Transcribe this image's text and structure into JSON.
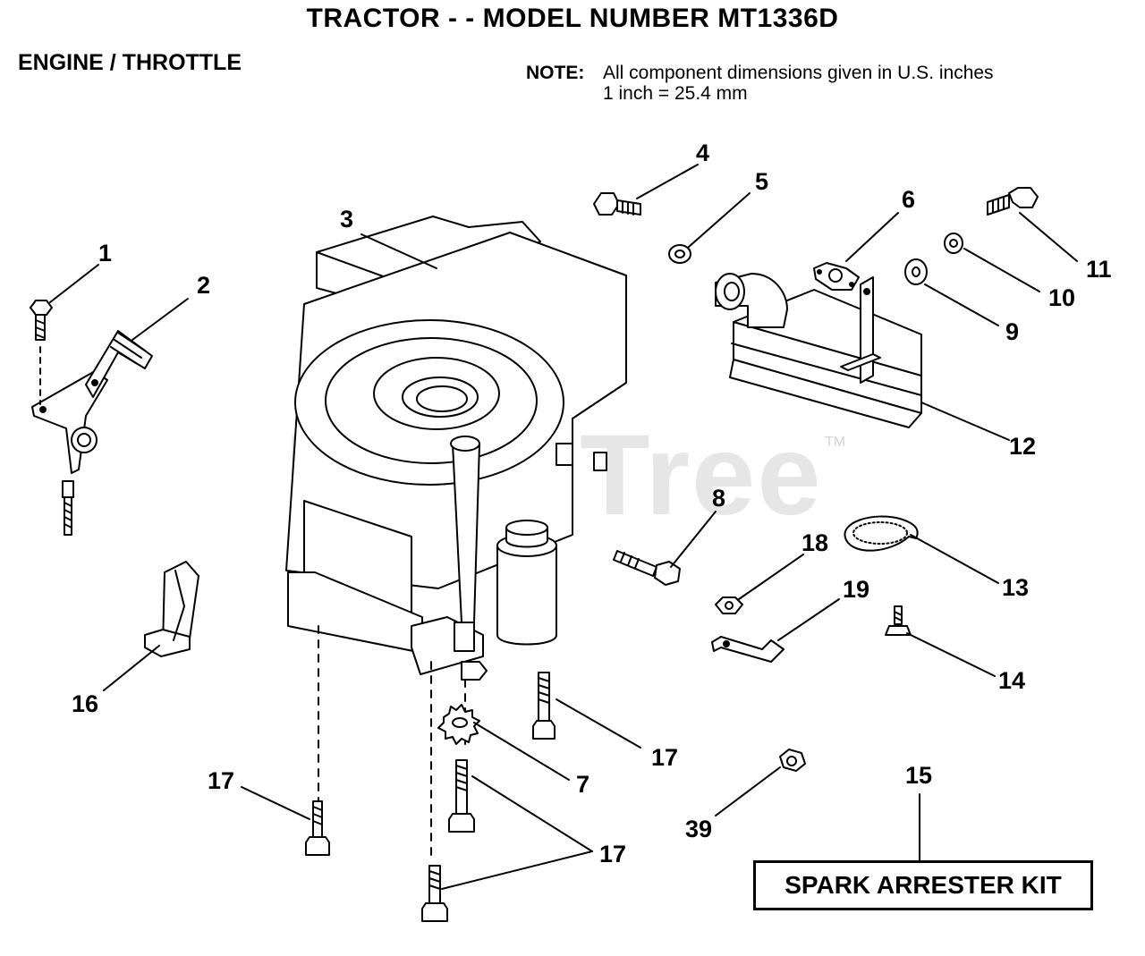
{
  "header": {
    "title": "TRACTOR - - MODEL NUMBER MT1336D",
    "section": "ENGINE / THROTTLE"
  },
  "note": {
    "label": "NOTE:",
    "line1": "All component dimensions given in U.S. inches",
    "line2": "1 inch = 25.4 mm"
  },
  "watermark": {
    "text": "PartsTree",
    "tm": "TM"
  },
  "callouts": {
    "c1": "1",
    "c2": "2",
    "c3": "3",
    "c4": "4",
    "c5": "5",
    "c6": "6",
    "c7": "7",
    "c8": "8",
    "c9": "9",
    "c10": "10",
    "c11": "11",
    "c12": "12",
    "c13": "13",
    "c14": "14",
    "c15": "15",
    "c16": "16",
    "c17a": "17",
    "c17b": "17",
    "c17c": "17",
    "c18": "18",
    "c19": "19",
    "c39": "39"
  },
  "kit": {
    "label": "SPARK ARRESTER KIT"
  }
}
